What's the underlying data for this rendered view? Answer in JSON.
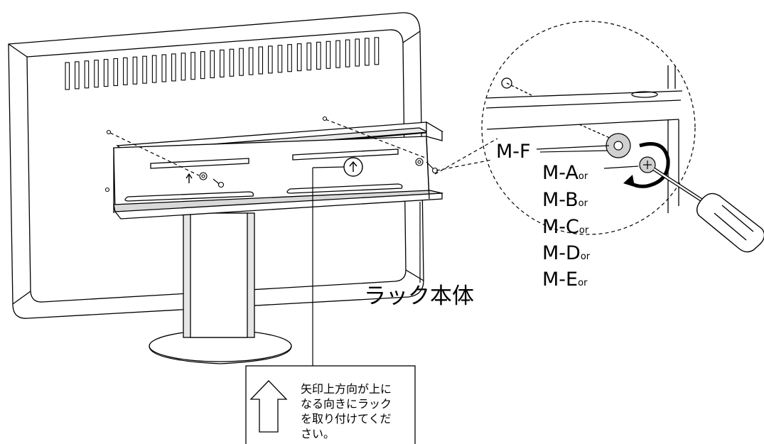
{
  "labels": {
    "washer": "M-F",
    "screws": [
      {
        "name": "M-A",
        "suffix": "or"
      },
      {
        "name": "M-B",
        "suffix": "or"
      },
      {
        "name": "M-C",
        "suffix": "or"
      },
      {
        "name": "M-D",
        "suffix": "or"
      },
      {
        "name": "M-E",
        "suffix": "or"
      }
    ],
    "rack_body": "ラック本体"
  },
  "note": {
    "lines": [
      "矢印上方向が上に",
      "なる向きにラック",
      "を取り付けてくだ",
      "さい。"
    ]
  },
  "icons": [
    "up-arrow-icon",
    "screwdriver-icon",
    "rotation-arrow-icon",
    "screw-icon",
    "washer-icon"
  ],
  "colors": {
    "line": "#000000",
    "fill": "#ffffff",
    "shade": "#d9d9d9"
  }
}
